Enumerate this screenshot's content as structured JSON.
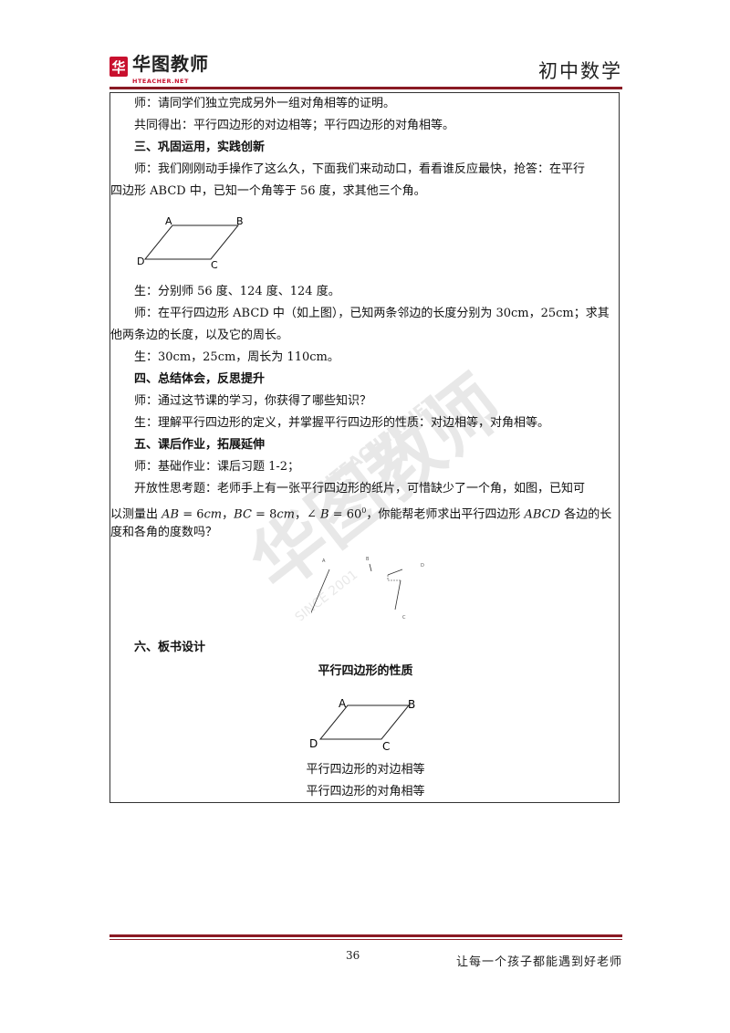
{
  "header": {
    "logo_mark": "华",
    "logo_cn": "华图教师",
    "logo_en": "HTEACHER.NET",
    "subject": "初中数学"
  },
  "lines": {
    "l1": "师：请同学们独立完成另外一组对角相等的证明。",
    "l2": "共同得出：平行四边形的对边相等；平行四边形的对角相等。",
    "h3": "三、巩固运用，实践创新",
    "l4a": "师：我们刚刚动手操作了这么久，下面我们来动动口，看看谁反应最快，抢答：在平行",
    "l4b": "四边形 ABCD 中，已知一个角等于 56 度，求其他三个角。",
    "l5": "生：分别师 56 度、124 度、124 度。",
    "l6a": "师：在平行四边形 ABCD 中（如上图），已知两条邻边的长度分别为 30cm，25cm；求其",
    "l6b": "他两条边的长度，以及它的周长。",
    "l7": "生：30cm，25cm，周长为 110cm。",
    "h4": "四、总结体会，反思提升",
    "l8": "师：通过这节课的学习，你获得了哪些知识？",
    "l9": "生：理解平行四边形的定义，并掌握平行四边形的性质：对边相等，对角相等。",
    "h5": "五、课后作业，拓展延伸",
    "l10": "师：基础作业：课后习题 1-2；",
    "l11a": "开放性思考题：老师手上有一张平行四边形的纸片，可惜缺少了一个角，如图，已知可",
    "l11b_pre": "以测量出 ",
    "ab": "AB",
    "ab_val": " = 6",
    "cm": "cm",
    "bc": "BC",
    "bc_val": " = 8",
    "angle": "∠ ",
    "b": "B",
    "angle_val": " = 60",
    "deg": "0",
    "l11b_post": "，你能帮老师求出平行四边形 ",
    "abcd": "ABCD",
    "l11b_end": " 各边的长",
    "l11c": "度和各角的度数吗？",
    "h6": "六、板书设计",
    "board_title": "平行四边形的性质",
    "board_l1": "平行四边形的对边相等",
    "board_l2": "平行四边形的对角相等"
  },
  "figure_labels": {
    "A": "A",
    "B": "B",
    "C": "C",
    "D": "D"
  },
  "watermark": {
    "cn": "华图教师",
    "en": "HTEACHER.NET",
    "since": "SINCE 2001"
  },
  "footer": {
    "page": "36",
    "slogan": "让每一个孩子都能遇到好老师"
  }
}
